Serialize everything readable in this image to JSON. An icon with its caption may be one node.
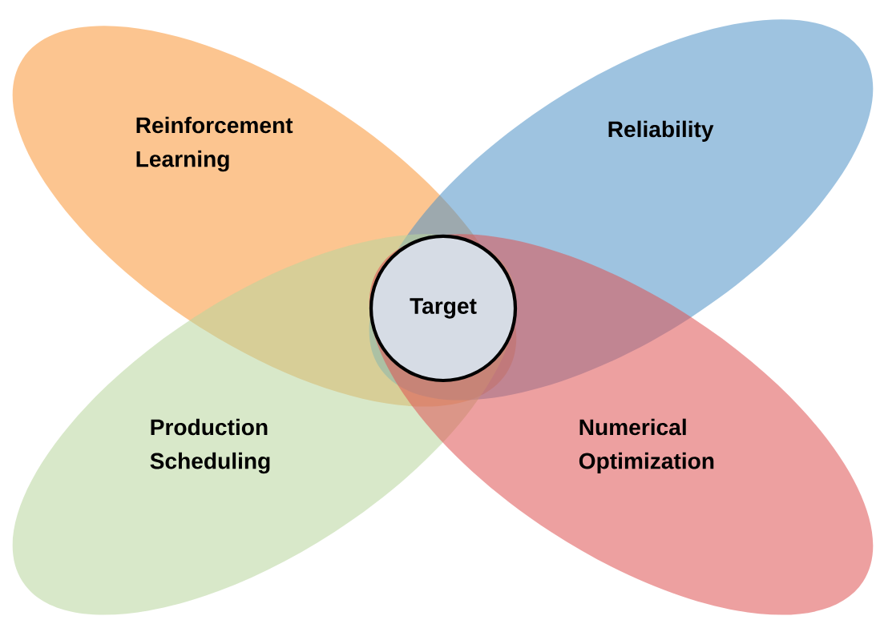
{
  "diagram": {
    "nodes": [
      {
        "text": [
          "Reinforcement Learning"
        ]
      },
      {
        "text": [
          "Reliability"
        ]
      },
      {
        "text": [
          "Production Scheduling"
        ]
      },
      {
        "text": [
          "Numerical Optimization"
        ]
      },
      {
        "text": [
          "Target"
        ]
      }
    ]
  }
}
